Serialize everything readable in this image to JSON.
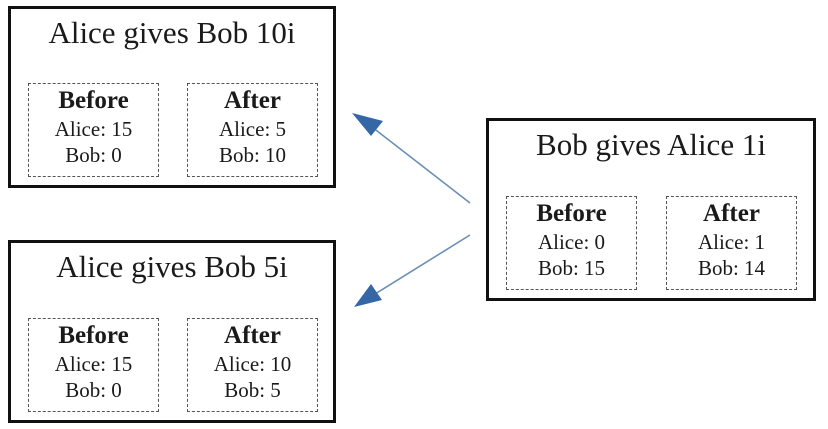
{
  "transactions": [
    {
      "title": "Alice gives Bob 10i",
      "before": {
        "label": "Before",
        "alice": "Alice: 15",
        "bob": "Bob: 0"
      },
      "after": {
        "label": "After",
        "alice": "Alice: 5",
        "bob": "Bob: 10"
      }
    },
    {
      "title": "Alice gives Bob 5i",
      "before": {
        "label": "Before",
        "alice": "Alice: 15",
        "bob": "Bob: 0"
      },
      "after": {
        "label": "After",
        "alice": "Alice: 10",
        "bob": "Bob: 5"
      }
    },
    {
      "title": "Bob gives Alice 1i",
      "before": {
        "label": "Before",
        "alice": "Alice: 0",
        "bob": "Bob: 15"
      },
      "after": {
        "label": "After",
        "alice": "Alice: 1",
        "bob": "Bob: 14"
      }
    }
  ],
  "colors": {
    "arrow": "#6b8fb5",
    "arrowhead": "#3566a6",
    "box_border": "#111111",
    "dashed_border": "#555555"
  }
}
